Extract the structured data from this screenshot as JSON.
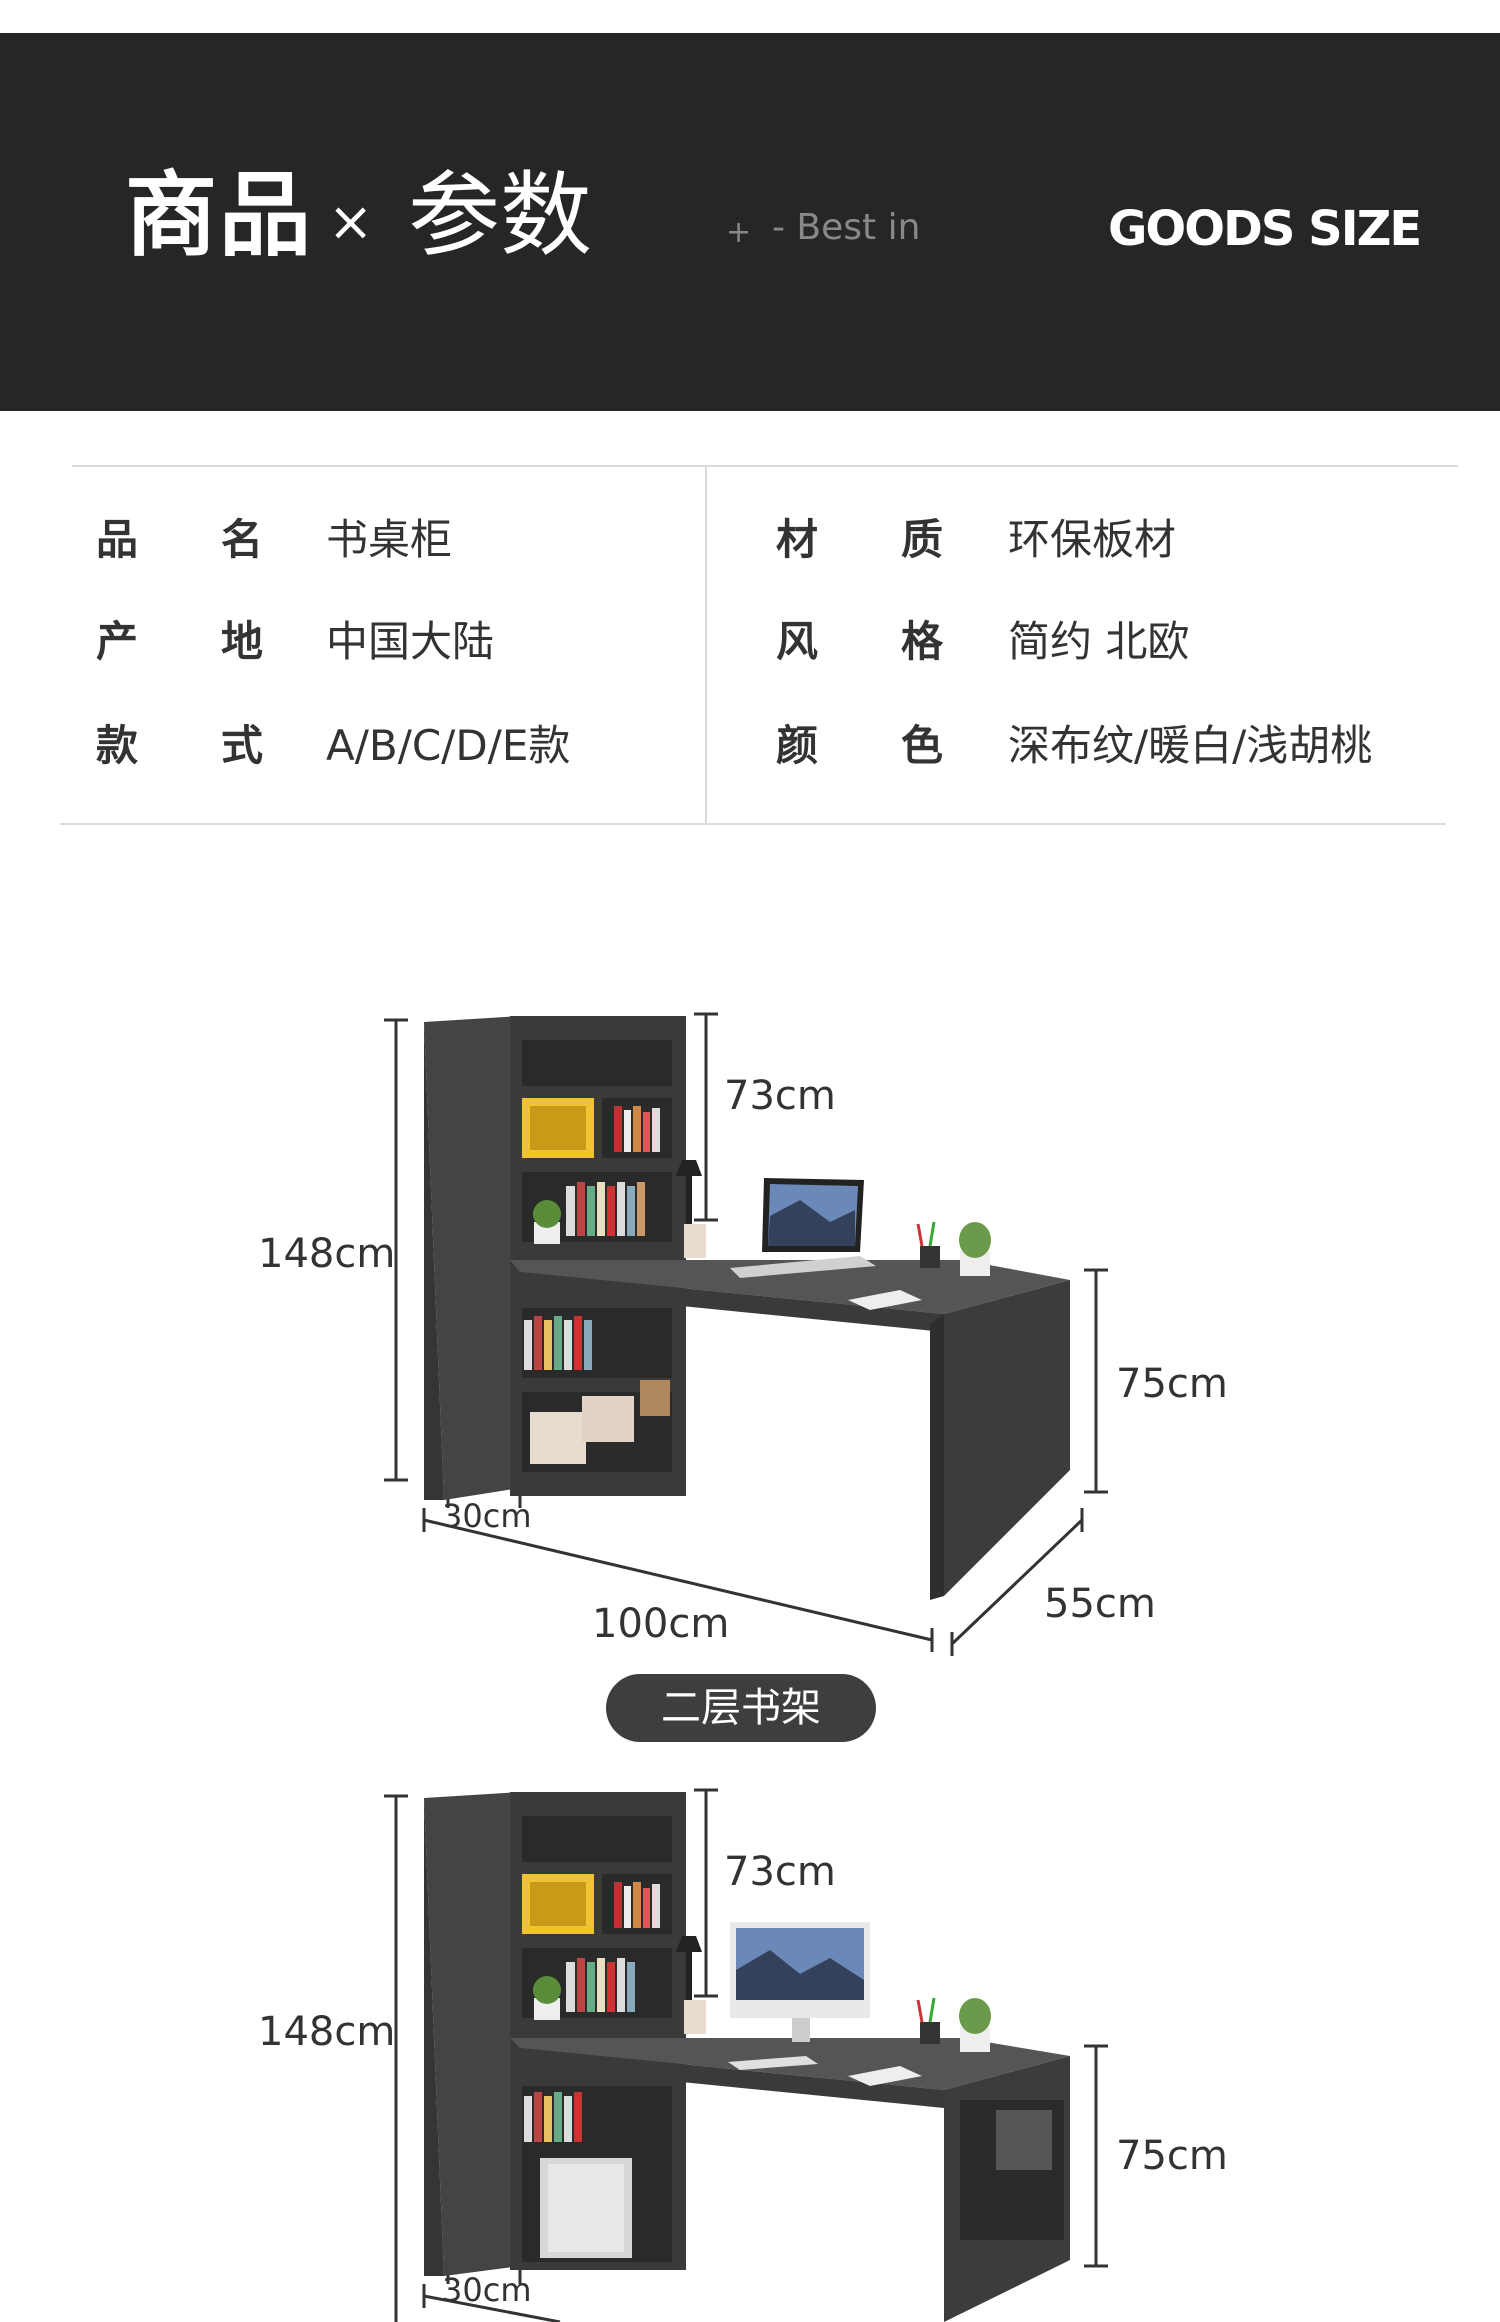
{
  "header": {
    "title_main": "商品",
    "title_x": "×",
    "title_sub": "参数",
    "tagline_plus": "+",
    "tagline": "- Best in",
    "goods_size": "GOODS SIZE"
  },
  "specs": {
    "left": [
      {
        "k1": "品",
        "k2": "名",
        "value": "书桌柜"
      },
      {
        "k1": "产",
        "k2": "地",
        "value": "中国大陆"
      },
      {
        "k1": "款",
        "k2": "式",
        "value": "A/B/C/D/E款"
      }
    ],
    "right": [
      {
        "k1": "材",
        "k2": "质",
        "value": "环保板材"
      },
      {
        "k1": "风",
        "k2": "格",
        "value": "简约 北欧"
      },
      {
        "k1": "颜",
        "k2": "色",
        "value": "深布纹/暖白/浅胡桃"
      }
    ]
  },
  "product1": {
    "height_total": "148cm",
    "height_shelf": "73cm",
    "height_desk": "75cm",
    "depth_shelf": "30cm",
    "width": "100cm",
    "depth": "55cm"
  },
  "label_badge": "二层书架",
  "product2": {
    "height_total": "148cm",
    "height_shelf": "73cm",
    "height_desk": "75cm",
    "depth_shelf": "30cm"
  },
  "colors": {
    "banner": "#262626",
    "furniture": "#3d3d3d",
    "accent_yellow": "#f0c431",
    "badge": "#3c3f3c"
  }
}
